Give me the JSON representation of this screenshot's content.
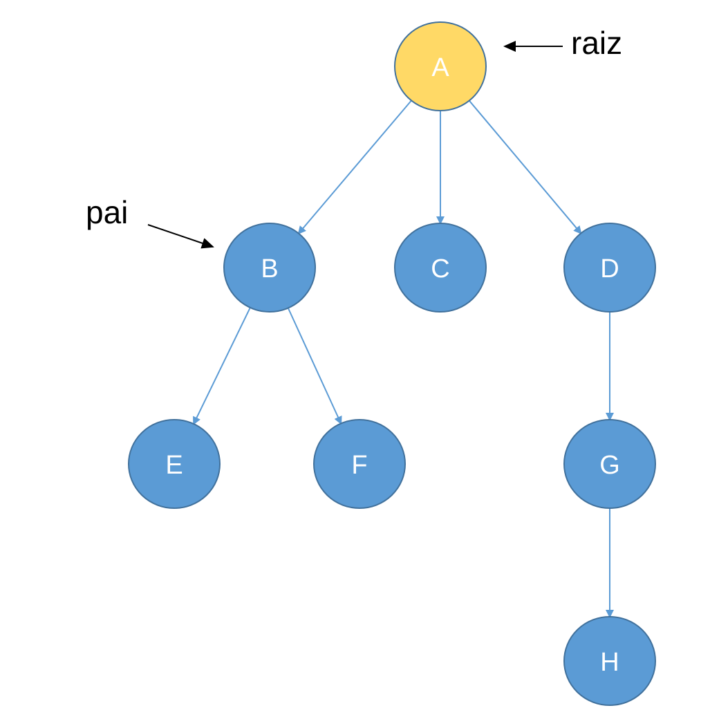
{
  "diagram": {
    "type": "tree",
    "colors": {
      "node_fill": "#5b9bd5",
      "node_stroke": "#41719c",
      "root_fill": "#ffd966",
      "root_stroke": "#41719c",
      "edge": "#5b9bd5",
      "node_text": "#ffffff",
      "annotation": "#000000"
    },
    "root": "A",
    "nodes": [
      {
        "id": "A",
        "label": "A",
        "role": "root"
      },
      {
        "id": "B",
        "label": "B"
      },
      {
        "id": "C",
        "label": "C"
      },
      {
        "id": "D",
        "label": "D"
      },
      {
        "id": "E",
        "label": "E"
      },
      {
        "id": "F",
        "label": "F"
      },
      {
        "id": "G",
        "label": "G"
      },
      {
        "id": "H",
        "label": "H"
      }
    ],
    "edges": [
      {
        "from": "A",
        "to": "B"
      },
      {
        "from": "A",
        "to": "C"
      },
      {
        "from": "A",
        "to": "D"
      },
      {
        "from": "B",
        "to": "E"
      },
      {
        "from": "B",
        "to": "F"
      },
      {
        "from": "D",
        "to": "G"
      },
      {
        "from": "G",
        "to": "H"
      }
    ],
    "annotations": [
      {
        "id": "raiz",
        "text": "raiz",
        "target": "A"
      },
      {
        "id": "pai",
        "text": "pai",
        "target": "B"
      }
    ]
  }
}
